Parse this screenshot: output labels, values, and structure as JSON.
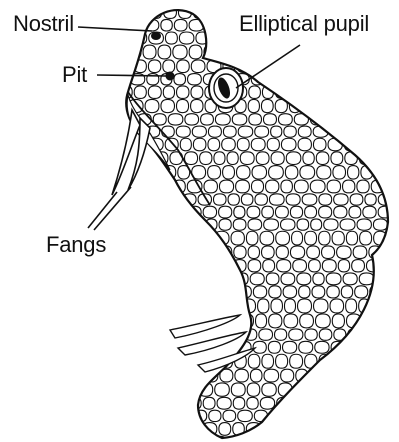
{
  "labels": {
    "nostril": "Nostril",
    "elliptical_pupil": "Elliptical pupil",
    "pit": "Pit",
    "fangs": "Fangs"
  },
  "colors": {
    "ink": "#111111",
    "background": "#ffffff",
    "scale_fill": "#ffffff"
  }
}
